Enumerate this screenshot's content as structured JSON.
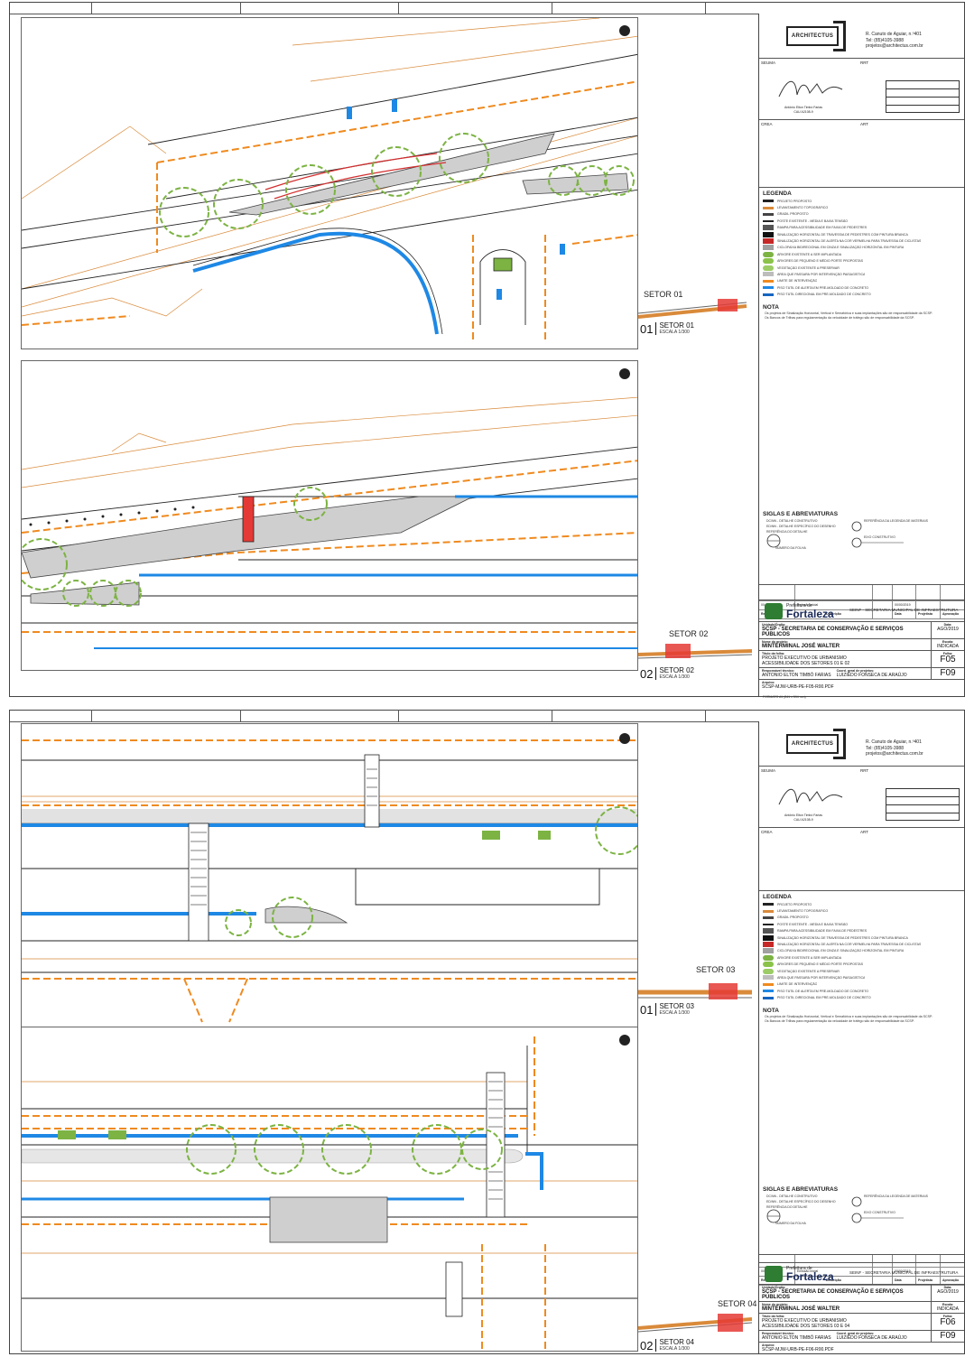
{
  "firm": {
    "logo_text": "ARCHITECTUS",
    "address_line1": "R. Canuto de Aguiar, n.º401",
    "address_line2": "Tel: (85)4105-3988",
    "address_line3": "projetos@architectus.com.br"
  },
  "signature_block": {
    "label_assinatura": "SEUMA",
    "label_resp": "RRT",
    "label_crea": "CREA",
    "label_reg": "ART",
    "signer_note1": "Antônio Elton Timbó Farias",
    "signer_note2": "CAU A2108-9"
  },
  "legend": {
    "title": "LEGENDA",
    "items": [
      {
        "text": "PROJETO PROPOSTO",
        "color": "#222222"
      },
      {
        "text": "LEVANTAMENTO TOPOGRÁFICO",
        "color": "#d98a3a"
      },
      {
        "text": "GRADIL PROPOSTO",
        "color": "#444444"
      },
      {
        "text": "POSTE EXISTENTE - MÉDIA E BAIXA TENSÃO",
        "color": "#222222"
      },
      {
        "text": "RAMPA PARA ACESSIBILIDADE EM FAIXA DE PEDESTRES",
        "color": "#555555"
      },
      {
        "text": "SINALIZAÇÃO HORIZONTAL DE TRAVESSIA DE PEDESTRES COM PINTURA BRANCA",
        "color": "#111111"
      },
      {
        "text": "SINALIZAÇÃO HORIZONTAL DE ALERTA NA COR VERMELHA PARA TRAVESSIA DE CICLISTAS",
        "color": "#c62828"
      },
      {
        "text": "CICLOFAIXA BIDIRECIONAL EM CINZA E SINALIZAÇÃO HORIZONTAL EM PINTURA",
        "color": "#a0a0a0"
      },
      {
        "text": "ÁRVORE EXISTENTE A SER IMPLANTADA",
        "color": "#7cb342"
      },
      {
        "text": "ÁRVORES DE PEQUENO E MÉDIO PORTE PROPOSTAS",
        "color": "#8bc34a"
      },
      {
        "text": "VEGETAÇÃO EXISTENTE A PRESERVAR",
        "color": "#9ccc65"
      },
      {
        "text": "ÁREA QUE PASSARÁ POR INTERVENÇÃO PAISAGÍSTICA",
        "color": "#bdbdbd"
      },
      {
        "text": "LIMITE DE INTERVENÇÃO",
        "color": "#ef8a1f"
      },
      {
        "text": "PISO TÁTIL DE ALERTA EM PRÉ-MOLDADO DE CONCRETO",
        "color": "#1e88e5"
      },
      {
        "text": "PISO TÁTIL DIRECIONAL EM PRÉ-MOLDADO DE CONCRETO",
        "color": "#1565c0"
      }
    ]
  },
  "nota": {
    "title": "NOTA",
    "items": [
      "Os projetos de Sinalização Horizontal, Vertical e Semafórica e suas implantações são de responsabilidade da SCSP.",
      "Os Bancos de Trilhas para regulamentação da velocidade de tráfego são de responsabilidade da SCSP."
    ]
  },
  "siglas": {
    "title": "SIGLAS E ABREVIATURAS",
    "items": [
      "DC/NN - DETALHE CONSTRUTIVO",
      "ED/NN - DETALHE ESPECÍFICO DO DESENHO",
      "REFERÊNCIA DO DETALHE",
      "NÚMERO DA FOLHA",
      "REFERÊNCIA DA LEGENDA DE MATERIAIS",
      "EIXO CONSTRUTIVO"
    ]
  },
  "revisions": {
    "row": [
      "00",
      "Emissão inicial",
      "",
      "00/00/2019",
      "",
      ""
    ],
    "headers": [
      "Revisão nº",
      "Descrição",
      "",
      "Data",
      "Projetista",
      "Aprovação"
    ]
  },
  "title_block": {
    "prefeitura_small": "Prefeitura de",
    "prefeitura_big": "Fortaleza",
    "secretaria": "SEINF - SECRETARIA MUNICIPAL DE INFRAESTRUTURA",
    "unidade_label": "Unidade/Órgão:",
    "unidade": "SCSP - SECRETARIA DE CONSERVAÇÃO E SERVIÇOS PÚBLICOS",
    "data_label": "Data:",
    "data": "AGO/2019",
    "projeto_label": "Nome do projeto:",
    "projeto": "MINTERMINAL JOSÉ WALTER",
    "escala_label": "Escala:",
    "escala": "INDICADA",
    "titulo_label": "Título da folha:",
    "titulo_line1": "PROJETO EXECUTIVO DE URBANISMO",
    "folha_label": "Folha:",
    "resp_label": "Responsável técnico:",
    "resp": "ANTONIO ELTON TIMBÓ FARIAS",
    "coord_label": "Coord. geral de projetos:",
    "coord": "LUIZIÊDO FONSECA DE ARAÚJO",
    "arquivo_label": "Arquivo:"
  },
  "sheets": [
    {
      "titulo_line2": "ACESSIBILIDADE DOS SETORES 01 E 02",
      "sheet_no": "F05",
      "sheet_total": "F09",
      "arquivo": "SCSP-MJW-URB-PE-F05-R00.PDF",
      "print_note": "FORMATO A1 (841 x 594 mm)",
      "views": [
        {
          "num": "01",
          "title": "SETOR 01",
          "scale": "ESCALA 1/300",
          "inset_label": "SETOR 01"
        },
        {
          "num": "02",
          "title": "SETOR 02",
          "scale": "ESCALA 1/300",
          "inset_label": "SETOR 02"
        }
      ]
    },
    {
      "titulo_line2": "ACESSIBILIDADE DOS SETORES 03 E 04",
      "sheet_no": "F06",
      "sheet_total": "F09",
      "arquivo": "SCSP-MJW-URB-PE-F06-R00.PDF",
      "print_note": "",
      "views": [
        {
          "num": "01",
          "title": "SETOR 03",
          "scale": "ESCALA 1/300",
          "inset_label": "SETOR 03"
        },
        {
          "num": "02",
          "title": "SETOR 04",
          "scale": "ESCALA 1/300",
          "inset_label": "SETOR 04"
        }
      ]
    }
  ],
  "colors": {
    "orange": "#ef8a1f",
    "blue": "#1e88e5",
    "green_circle": "#7cb342",
    "red": "#d32f2f",
    "gray_fill": "#cfcfcf"
  }
}
